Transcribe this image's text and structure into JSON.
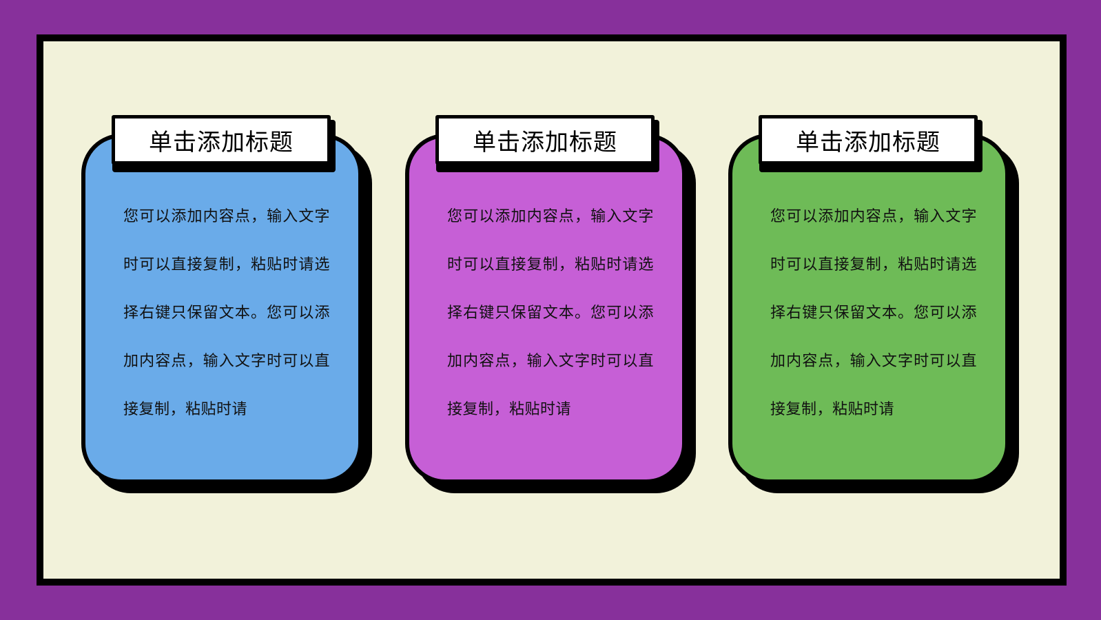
{
  "colors": {
    "background": "#87309b",
    "frame_border": "#000000",
    "frame_fill": "#f2f2da",
    "card_1": "#6aabe9",
    "card_2": "#c65fd6",
    "card_3": "#6ebb57"
  },
  "cards": [
    {
      "title": "单击添加标题",
      "text": "您可以添加内容点，输入文字时可以直接复制，粘贴时请选择右键只保留文本。您可以添加内容点，输入文字时可以直接复制，粘贴时请"
    },
    {
      "title": "单击添加标题",
      "text": "您可以添加内容点，输入文字时可以直接复制，粘贴时请选择右键只保留文本。您可以添加内容点，输入文字时可以直接复制，粘贴时请"
    },
    {
      "title": "单击添加标题",
      "text": "您可以添加内容点，输入文字时可以直接复制，粘贴时请选择右键只保留文本。您可以添加内容点，输入文字时可以直接复制，粘贴时请"
    }
  ]
}
